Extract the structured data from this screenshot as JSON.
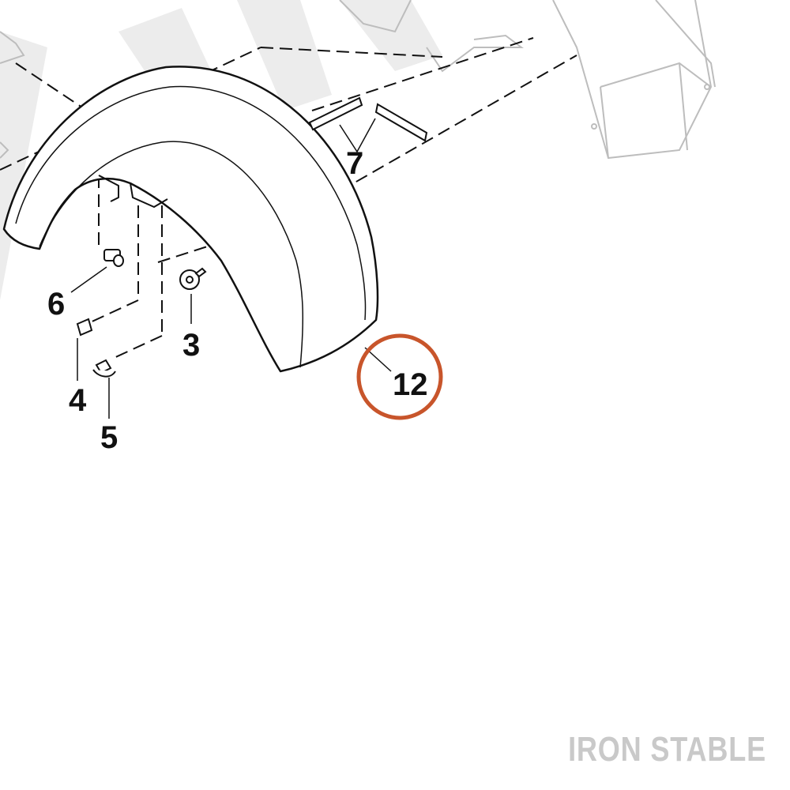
{
  "diagram": {
    "callouts": [
      {
        "id": "callout-3",
        "text": "3"
      },
      {
        "id": "callout-4",
        "text": "4"
      },
      {
        "id": "callout-5",
        "text": "5"
      },
      {
        "id": "callout-6",
        "text": "6"
      },
      {
        "id": "callout-7",
        "text": "7"
      },
      {
        "id": "callout-12",
        "text": "12",
        "highlighted": true
      }
    ],
    "highlight_color": "#c8552b",
    "line_color": "#111111",
    "ghost_color": "#bdbdbd"
  },
  "watermark": {
    "brand_text": "IRON STABLE"
  }
}
